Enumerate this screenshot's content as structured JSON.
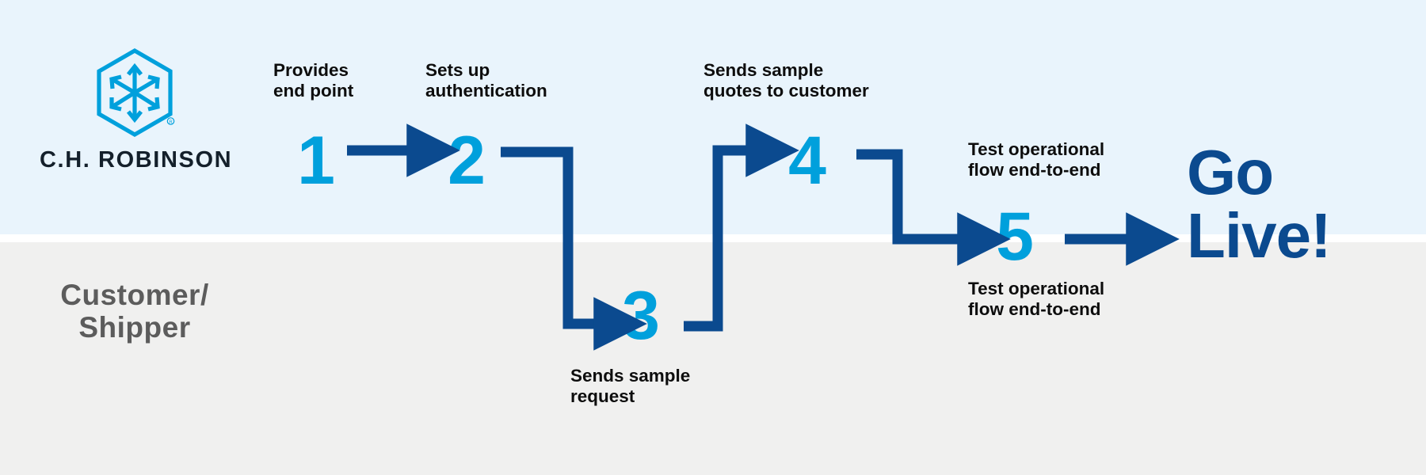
{
  "diagram": {
    "title_text": "Go\nLive!",
    "accent_blue": "#00a0dc",
    "arrow_navy": "#0b4a8f",
    "band_top_color": "#e9f4fc",
    "band_bottom_color": "#f0f0ef",
    "lane_label_color": "#5c5c5c"
  },
  "brand": {
    "wordmark": "C.H. ROBINSON",
    "logo_icon": "hexagon-cube-arrows-icon"
  },
  "lanes": {
    "top_label": "",
    "bottom_label": "Customer/\nShipper"
  },
  "steps": [
    {
      "number": "1",
      "caption_above": "Provides\nend point",
      "caption_below": "",
      "lane": "top"
    },
    {
      "number": "2",
      "caption_above": "Sets up\nauthentication",
      "caption_below": "",
      "lane": "top"
    },
    {
      "number": "3",
      "caption_above": "",
      "caption_below": "Sends sample\nrequest",
      "lane": "bottom"
    },
    {
      "number": "4",
      "caption_above": "Sends sample\nquotes to customer",
      "caption_below": "",
      "lane": "top"
    },
    {
      "number": "5",
      "caption_above": "Test operational\nflow end-to-end",
      "caption_below": "Test operational\nflow end-to-end",
      "lane": "split"
    }
  ],
  "connectors": [
    {
      "from": "1",
      "to": "2",
      "shape": "straight-right"
    },
    {
      "from": "2",
      "to": "3",
      "shape": "right-down-right"
    },
    {
      "from": "3",
      "to": "4",
      "shape": "right-up-right"
    },
    {
      "from": "4",
      "to": "5",
      "shape": "right-down-right"
    },
    {
      "from": "5",
      "to": "go-live",
      "shape": "straight-right"
    }
  ],
  "outcome": {
    "line1": "Go",
    "line2": "Live!"
  }
}
